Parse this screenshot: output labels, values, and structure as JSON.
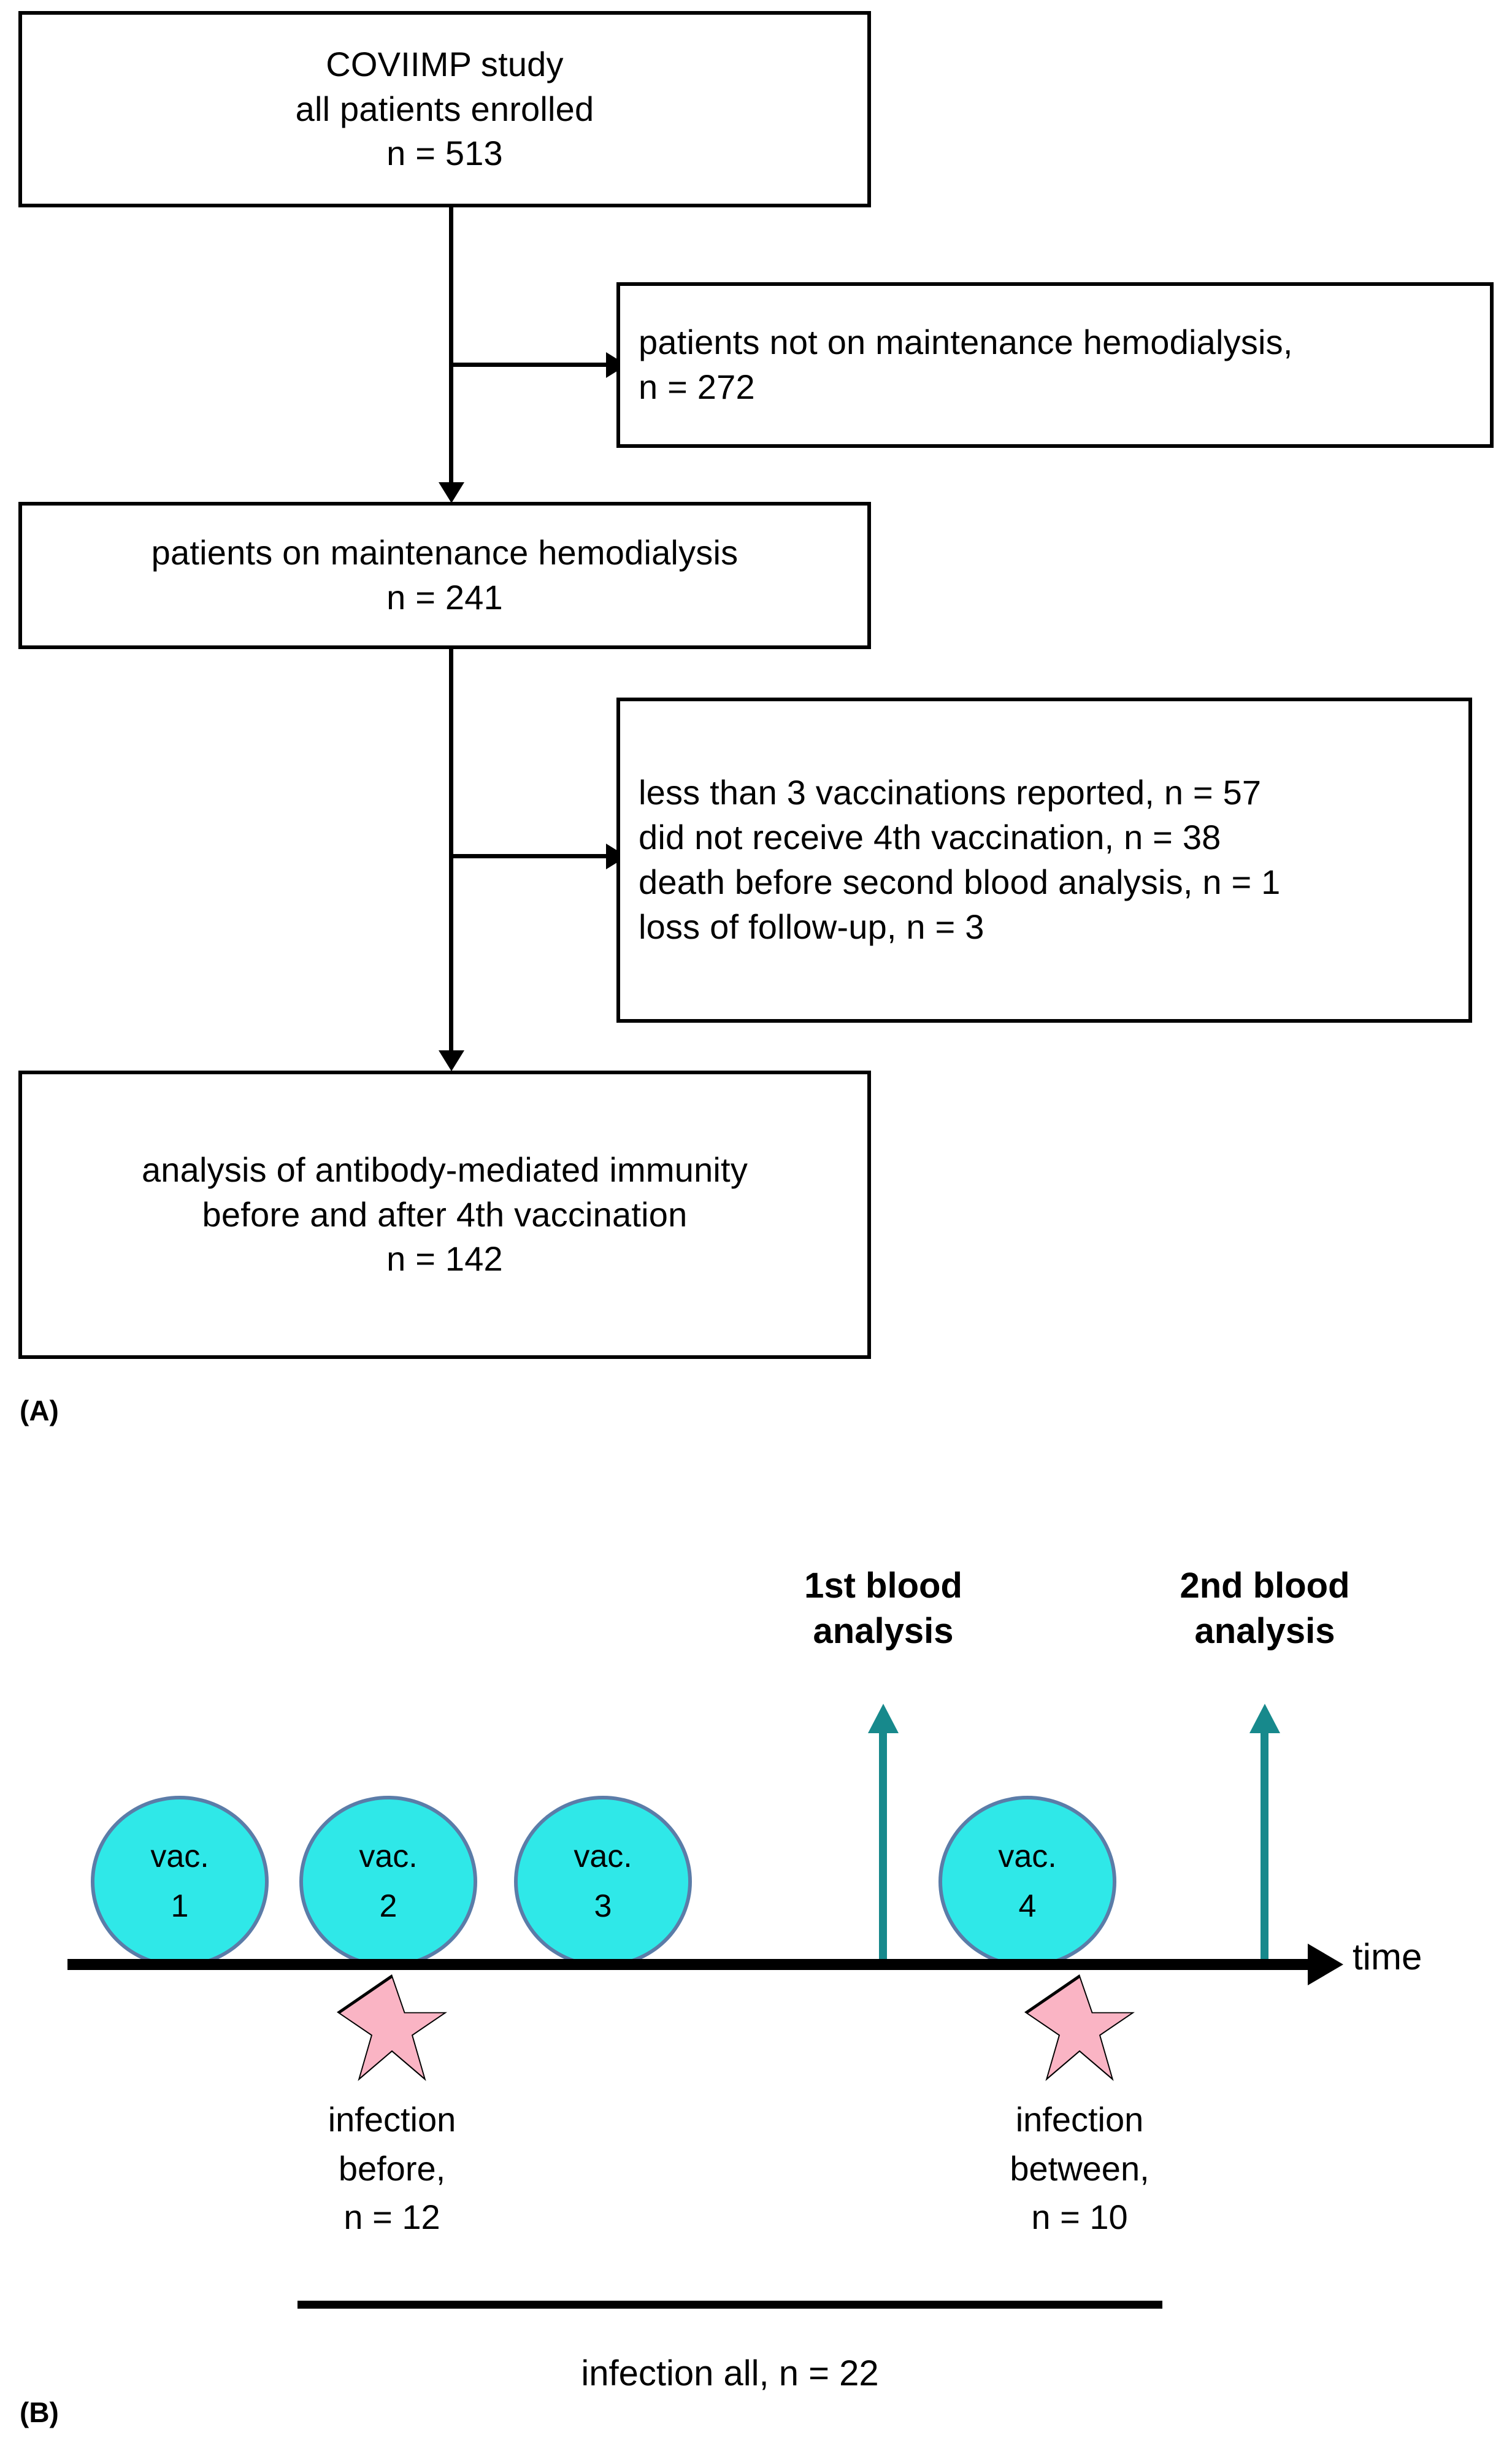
{
  "panel_a": {
    "label": "(A)",
    "boxes": [
      {
        "id": "enrolled",
        "lines": [
          "COVIIMP study",
          "all patients enrolled",
          "n = 513"
        ]
      },
      {
        "id": "not-on-hd",
        "lines": [
          "patients not on maintenance hemodialysis,",
          "n = 272"
        ]
      },
      {
        "id": "on-hd",
        "lines": [
          "patients on maintenance hemodialysis",
          "n = 241"
        ]
      },
      {
        "id": "exclusions",
        "lines": [
          "less than 3 vaccinations reported, n = 57",
          "did not receive 4th vaccination, n = 38",
          "death before second blood analysis, n = 1",
          "loss of follow-up, n = 3"
        ]
      },
      {
        "id": "analysis",
        "lines": [
          "analysis of antibody-mediated immunity",
          "before and after 4th vaccination",
          "n = 142"
        ]
      }
    ]
  },
  "panel_b": {
    "label": "(B)",
    "axis_label": "time",
    "vaccinations": [
      {
        "title": "vac.",
        "number": "1"
      },
      {
        "title": "vac.",
        "number": "2"
      },
      {
        "title": "vac.",
        "number": "3"
      },
      {
        "title": "vac.",
        "number": "4"
      }
    ],
    "blood_analyses": [
      {
        "lines": [
          "1st blood",
          "analysis"
        ]
      },
      {
        "lines": [
          "2nd blood",
          "analysis"
        ]
      }
    ],
    "infections": [
      {
        "lines": [
          "infection",
          "before,",
          "n = 12"
        ]
      },
      {
        "lines": [
          "infection",
          "between,",
          "n = 10"
        ]
      }
    ],
    "infection_all": "infection all, n = 22"
  },
  "colors": {
    "vaccination_fill": "#2FE8E8",
    "vaccination_border": "#5B7CA8",
    "blood_arrow": "#17898C",
    "infection_star_fill": "#FAB4C4",
    "stroke": "#000000",
    "background": "#FFFFFF"
  }
}
